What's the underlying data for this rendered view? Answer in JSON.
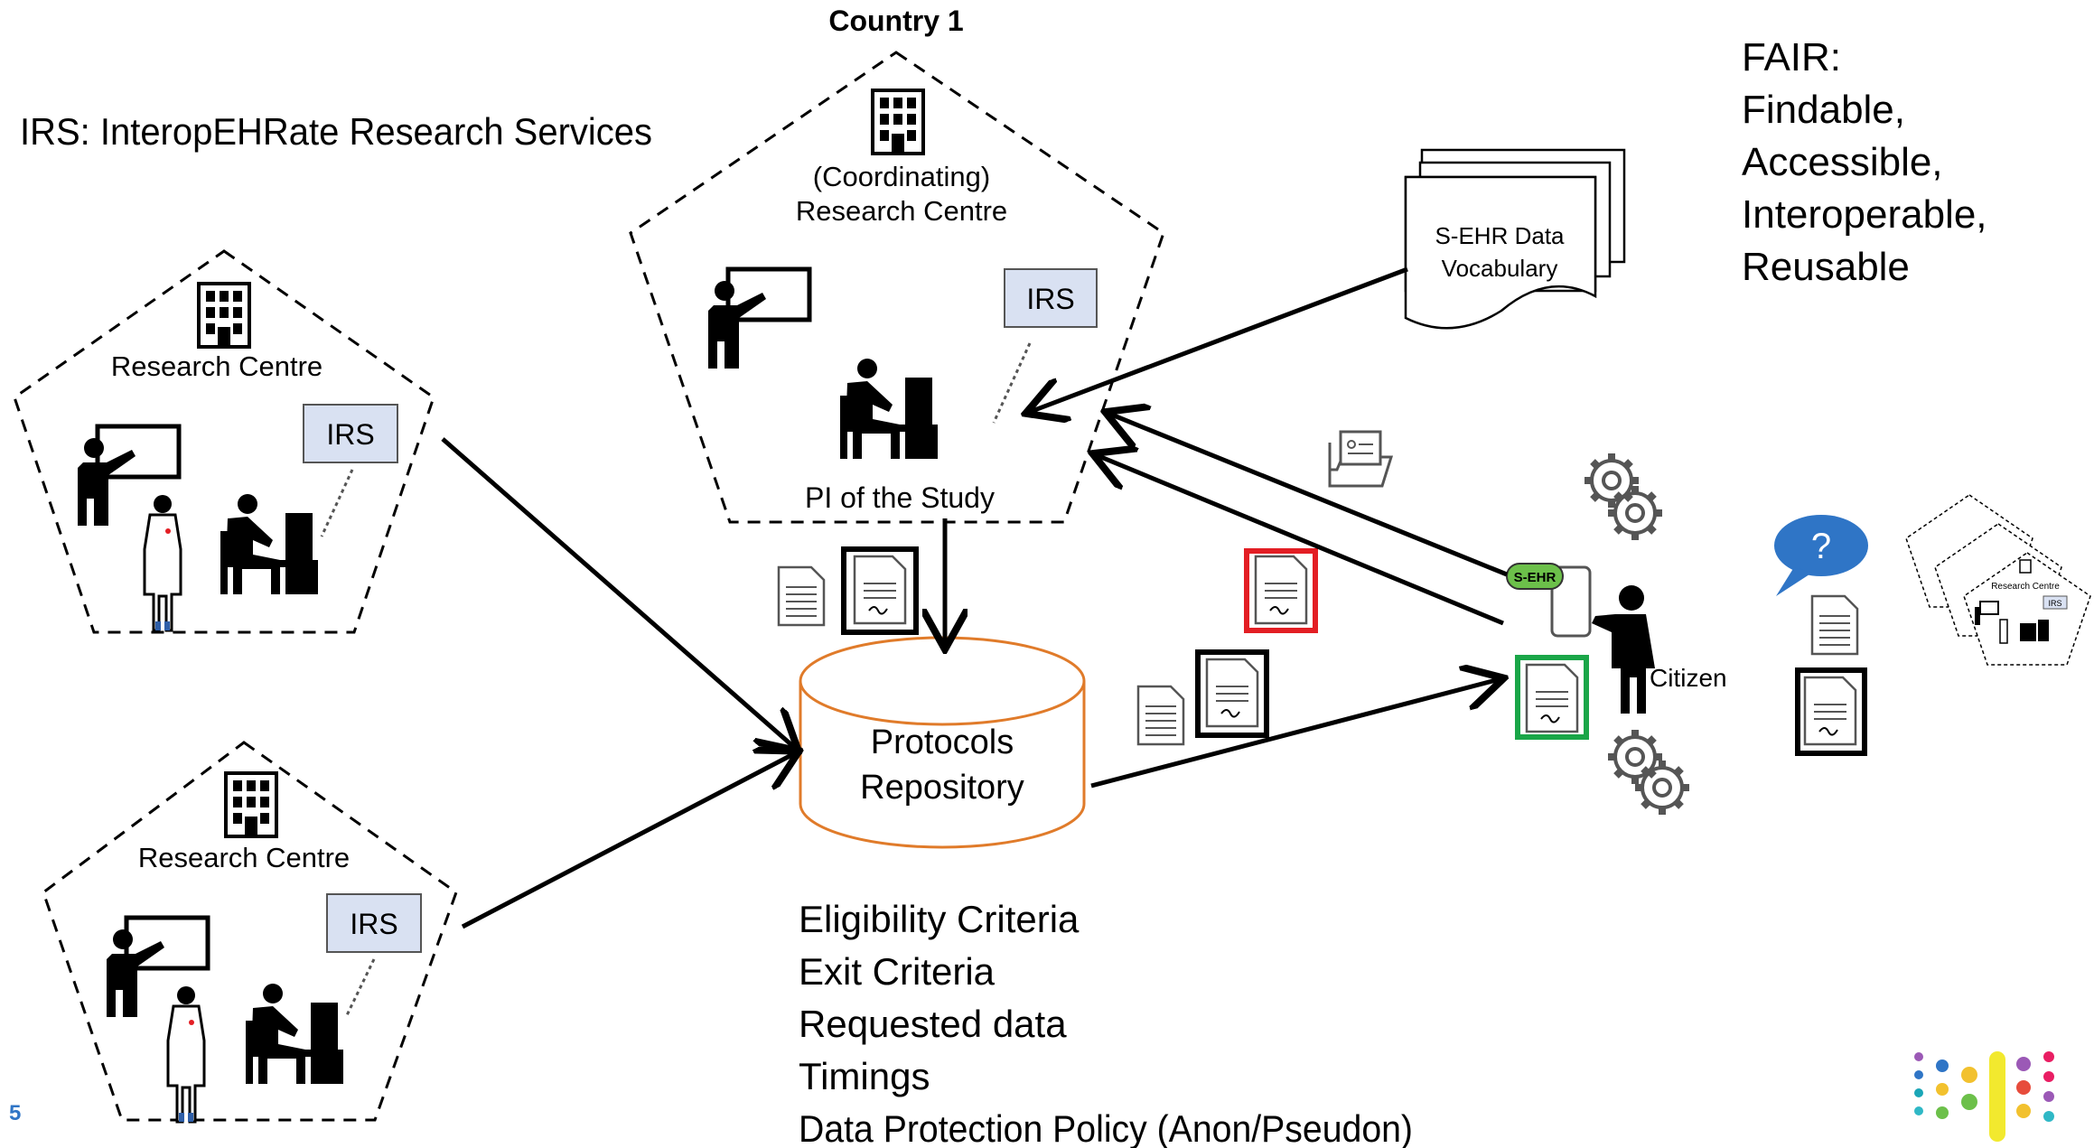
{
  "header": {
    "irs_definition": "IRS: InteropEHRate Research Services"
  },
  "fair": {
    "lines": [
      "FAIR:",
      "Findable,",
      "Accessible,",
      "Interoperable,",
      "Reusable"
    ]
  },
  "coordinating_centre": {
    "country_label": "Country 1",
    "name_line1": "(Coordinating)",
    "name_line2": "Research Centre",
    "irs_label": "IRS",
    "pi_label": "PI of the Study"
  },
  "research_centre_top": {
    "name": "Research Centre",
    "irs_label": "IRS"
  },
  "research_centre_bottom": {
    "name": "Research Centre",
    "irs_label": "IRS"
  },
  "vocabulary": {
    "line1": "S-EHR Data",
    "line2": "Vocabulary"
  },
  "repository": {
    "line1": "Protocols",
    "line2": "Repository"
  },
  "criteria": {
    "items": [
      "Eligibility Criteria",
      "Exit Criteria",
      "Requested data",
      "Timings",
      "Data Protection Policy (Anon/Pseudon)"
    ]
  },
  "citizen": {
    "label": "Citizen",
    "sehr_badge": "S-EHR"
  },
  "question": {
    "mark": "?"
  },
  "mini_centre": {
    "name": "Research Centre",
    "irs_label": "IRS"
  },
  "page_number": "5",
  "colors": {
    "repository_stroke": "#e07b2a",
    "consent_red": "#e31e24",
    "consent_green": "#1aa648",
    "irs_fill": "#d9e1f2",
    "question_fill": "#2f75c6",
    "sehr_badge": "#6cc04a"
  }
}
